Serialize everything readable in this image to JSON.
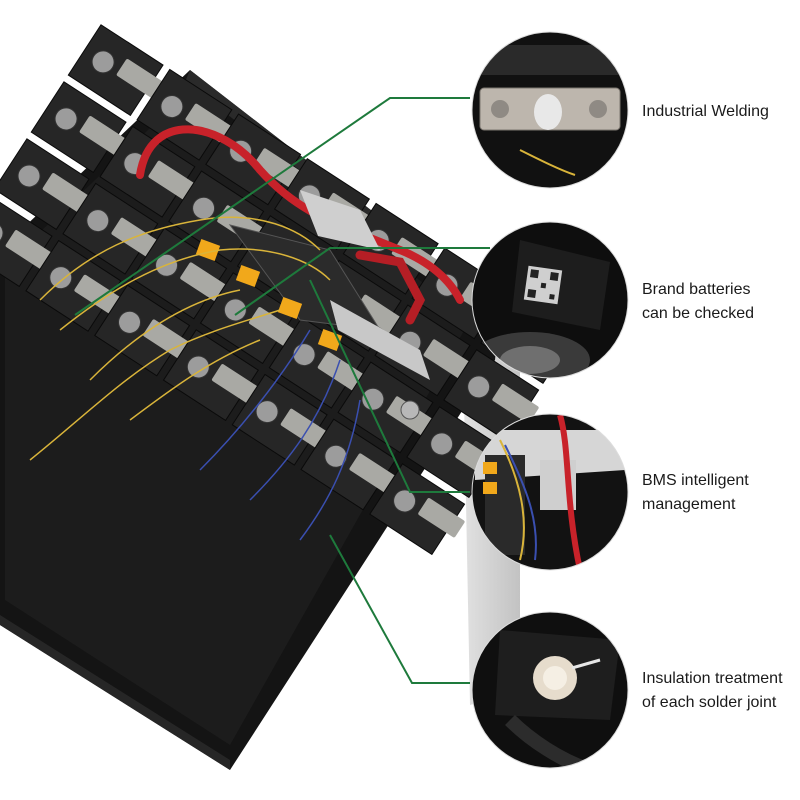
{
  "callouts": [
    {
      "lines": [
        "Industrial Welding"
      ]
    },
    {
      "lines": [
        "Brand batteries",
        "can be checked"
      ]
    },
    {
      "lines": [
        "BMS intelligent",
        "management"
      ]
    },
    {
      "lines": [
        "Insulation treatment",
        "of each solder joint"
      ]
    }
  ],
  "colors": {
    "leader_line": "#1e7a3c",
    "enclosure": "#141414",
    "terminal_plate": "#a9a9a4",
    "cable_red": "#c8222a",
    "wire_yellow": "#d9b43a",
    "label_text": "#1a1a1a"
  }
}
